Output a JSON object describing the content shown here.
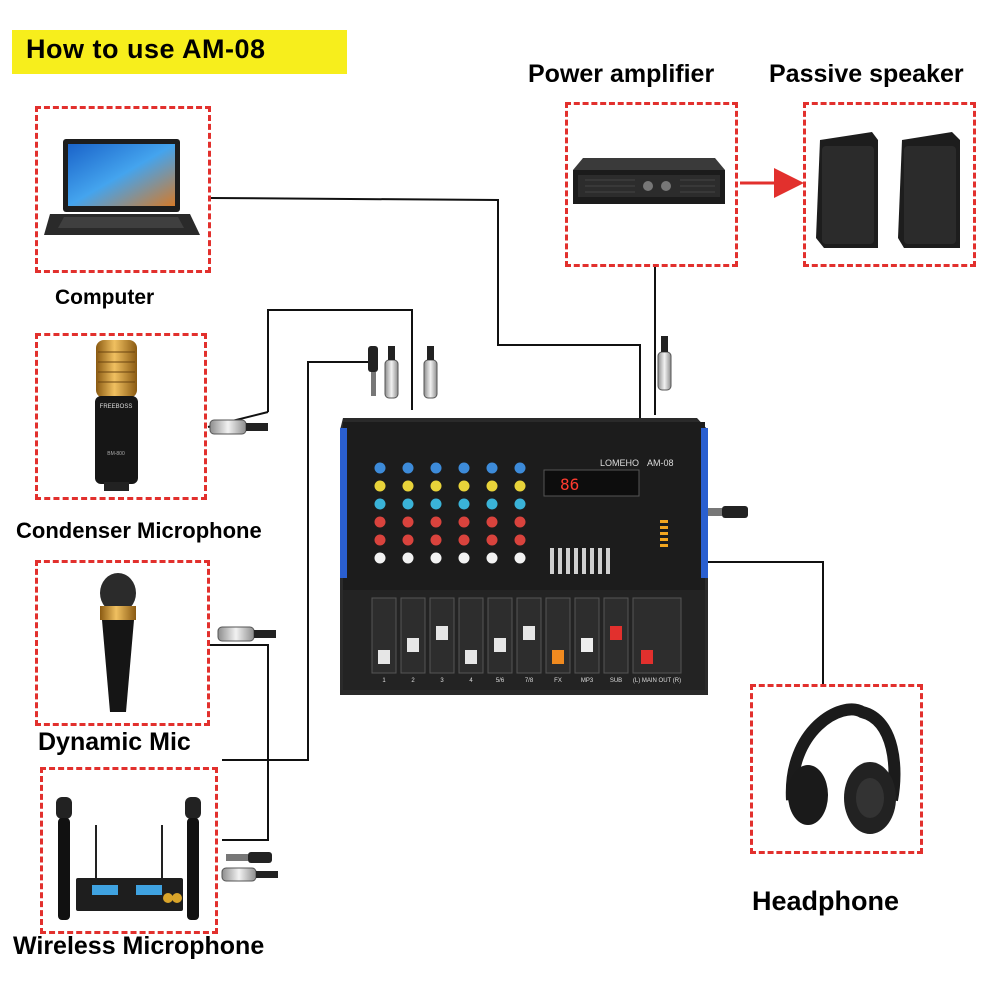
{
  "title": "How to use AM-08",
  "labels": {
    "computer": "Computer",
    "condenser": "Condenser Microphone",
    "dynamic": "Dynamic Mic",
    "wireless": "Wireless Microphone",
    "power_amp": "Power amplifier",
    "passive_speaker": "Passive speaker",
    "headphone": "Headphone"
  },
  "mixer": {
    "brand": "LOMEHO",
    "model": "AM-08",
    "display": "86",
    "channels": [
      "1",
      "2",
      "3",
      "4",
      "5/6",
      "7/8",
      "FX",
      "MP3",
      "SUB",
      "(L) MAIN OUT (R)"
    ]
  },
  "device_text": {
    "mic_brand": "FREEBOSS",
    "mic_model": "BM-800"
  },
  "colors": {
    "frame": "#e2302d",
    "title_bg": "#f7ee1c",
    "arrow": "#e2302d",
    "mixer_accent": "#2a5fd0"
  }
}
